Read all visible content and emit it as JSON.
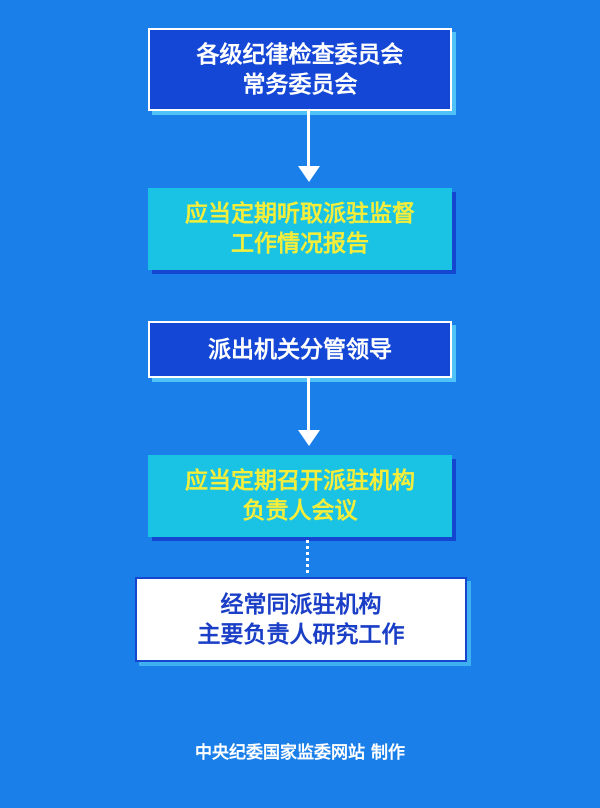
{
  "nodes": [
    {
      "lines": [
        "各级纪律检查委员会",
        "常务委员会"
      ]
    },
    {
      "lines": [
        "应当定期听取派驻监督",
        "工作情况报告"
      ]
    },
    {
      "lines": [
        "派出机关分管领导"
      ]
    },
    {
      "lines": [
        "应当定期召开派驻机构",
        "负责人会议"
      ]
    },
    {
      "lines": [
        "经常同派驻机构",
        "主要负责人研究工作"
      ]
    }
  ],
  "footer": "中央纪委国家监委网站 制作"
}
